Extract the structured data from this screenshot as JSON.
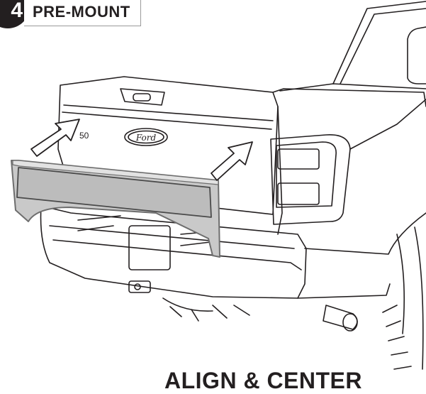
{
  "step": {
    "number": "4",
    "title": "PRE-MOUNT"
  },
  "vehicle": {
    "badge_text": "Ford",
    "model_fragment": "50"
  },
  "caption": "ALIGN & CENTER",
  "colors": {
    "ink": "#231f20",
    "panel_fill": "#c9c9c9",
    "panel_edge": "#6e6e6e",
    "background": "#ffffff"
  },
  "icons": [
    "arrow-right-up-icon",
    "arrow-right-up-icon"
  ]
}
